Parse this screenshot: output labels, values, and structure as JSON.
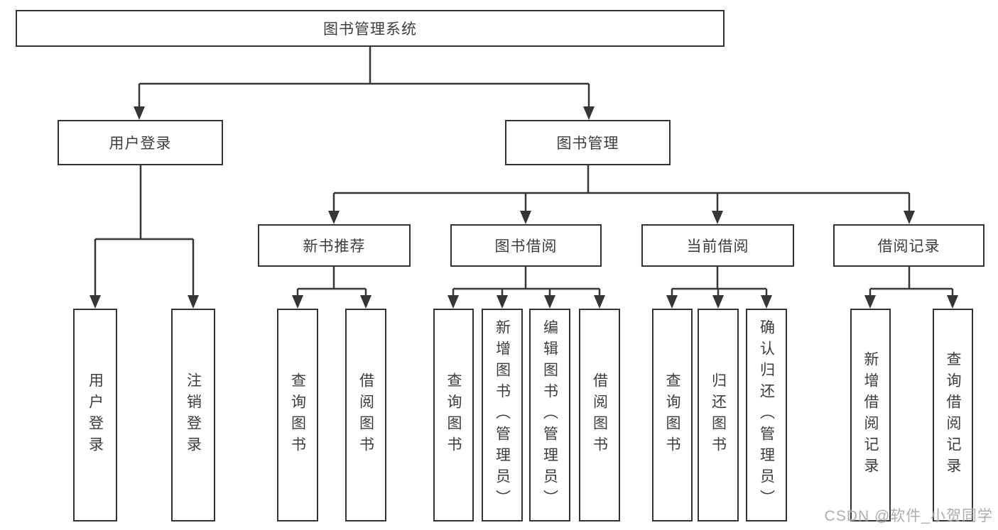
{
  "diagram_title": "图书管理系统",
  "nodes": {
    "root": {
      "label": "图书管理系统"
    },
    "user_login": {
      "label": "用户登录"
    },
    "book_management": {
      "label": "图书管理"
    },
    "new_book_recommend": {
      "label": "新书推荐"
    },
    "book_borrow": {
      "label": "图书借阅"
    },
    "current_borrow": {
      "label": "当前借阅"
    },
    "borrow_record": {
      "label": "借阅记录"
    },
    "leaf_user_login": {
      "label": "用户登录"
    },
    "leaf_logout": {
      "label": "注销登录"
    },
    "leaf_query_book_recommend": {
      "label": "查询图书"
    },
    "leaf_borrow_book_recommend": {
      "label": "借阅图书"
    },
    "leaf_query_book_borrow": {
      "label": "查询图书"
    },
    "leaf_add_book_admin": {
      "label": "新增图书（管理员）"
    },
    "leaf_edit_book_admin": {
      "label": "编辑图书（管理员）"
    },
    "leaf_borrow_book_borrow": {
      "label": "借阅图书"
    },
    "leaf_query_book_current": {
      "label": "查询图书"
    },
    "leaf_return_book": {
      "label": "归还图书"
    },
    "leaf_confirm_return_admin": {
      "label": "确认归还（管理员）"
    },
    "leaf_add_borrow_record": {
      "label": "新增借阅记录"
    },
    "leaf_query_borrow_record": {
      "label": "查询借阅记录"
    }
  },
  "hierarchy": {
    "图书管理系统": {
      "用户登录": [
        "用户登录",
        "注销登录"
      ],
      "图书管理": {
        "新书推荐": [
          "查询图书",
          "借阅图书"
        ],
        "图书借阅": [
          "查询图书",
          "新增图书（管理员）",
          "编辑图书（管理员）",
          "借阅图书"
        ],
        "当前借阅": [
          "查询图书",
          "归还图书",
          "确认归还（管理员）"
        ],
        "借阅记录": [
          "新增借阅记录",
          "查询借阅记录"
        ]
      }
    }
  },
  "watermark": {
    "text": "CSDN @软件_小贺同学",
    "color": "#a2a2a2"
  },
  "colors": {
    "background": "#ffffff",
    "box_border": "#333333",
    "connector_line": "#363636",
    "text": "#3d3d3d"
  }
}
